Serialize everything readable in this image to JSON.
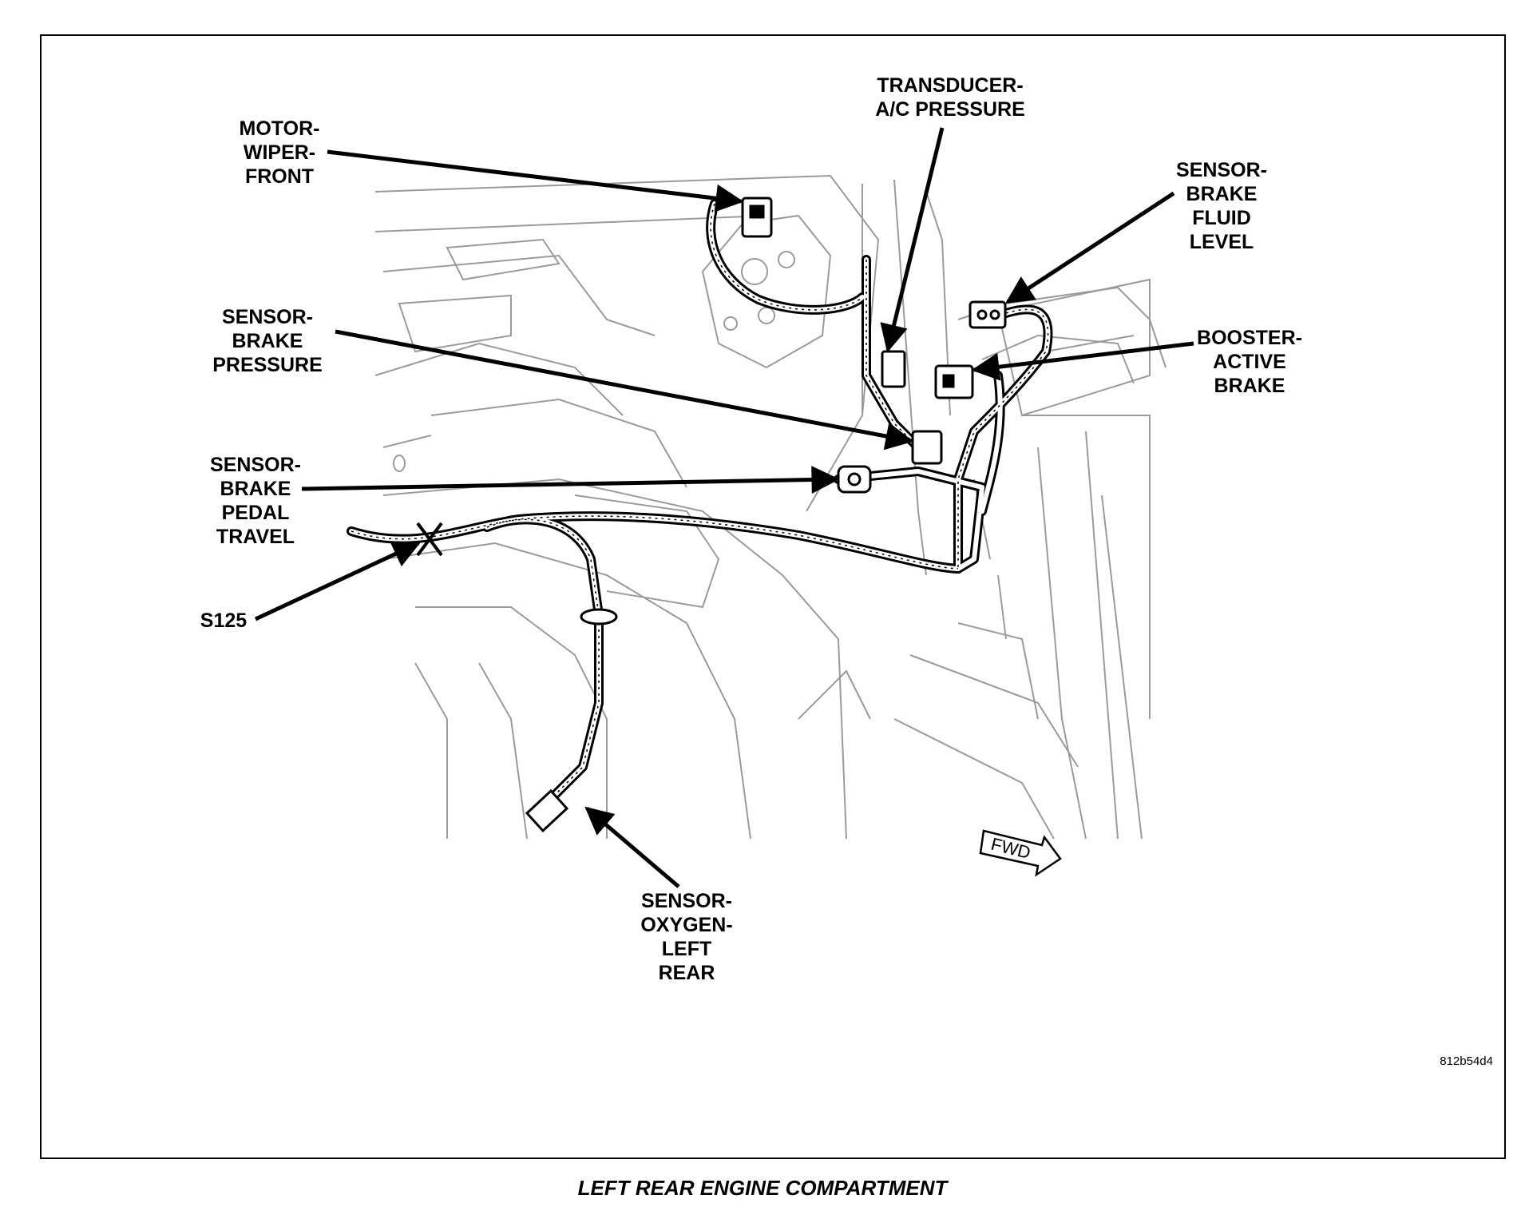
{
  "callouts": {
    "motor_wiper_front": "MOTOR-\nWIPER-\nFRONT",
    "transducer_ac_pressure": "TRANSDUCER-\nA/C PRESSURE",
    "sensor_brake_fluid_level": "SENSOR-\nBRAKE\nFLUID\nLEVEL",
    "sensor_brake_pressure": "SENSOR-\nBRAKE\nPRESSURE",
    "booster_active_brake": "BOOSTER-\nACTIVE\nBRAKE",
    "sensor_brake_pedal_travel": "SENSOR-\nBRAKE\nPEDAL\nTRAVEL",
    "s125": "S125",
    "sensor_oxygen_left_rear": "SENSOR-\nOXYGEN-\nLEFT\nREAR"
  },
  "fwd_label": "FWD",
  "diagram_id": "812b54d4",
  "caption": "LEFT REAR ENGINE COMPARTMENT",
  "colors": {
    "ink": "#000000",
    "linework": "#9a9a9a",
    "background": "#ffffff"
  }
}
